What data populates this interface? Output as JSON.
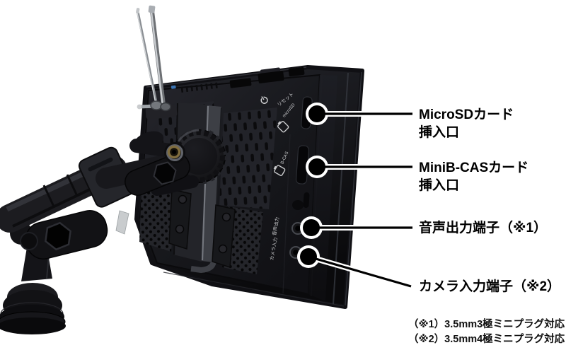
{
  "device_labels": {
    "reset": "リセット",
    "microsd": "microSD",
    "bcas": "B-CAS",
    "audio_out": "音声出力",
    "camera_in": "カメラ入力"
  },
  "callouts": [
    {
      "id": "microsd-slot",
      "lines": [
        "MicroSDカード",
        "挿入口"
      ]
    },
    {
      "id": "bcas-slot",
      "lines": [
        "MiniB-CASカード",
        "挿入口"
      ]
    },
    {
      "id": "audio-out-jack",
      "lines": [
        "音声出力端子（※1）"
      ]
    },
    {
      "id": "camera-in-jack",
      "lines": [
        "カメラ入力端子（※2）"
      ]
    }
  ],
  "footnotes": [
    "（※1）3.5mm3極ミニプラグ対応",
    "（※2）3.5mm4極ミニプラグ対応"
  ],
  "icons": {
    "power": "power-icon",
    "card_insert": "card-insert-icon"
  },
  "colors": {
    "background": "#ffffff",
    "label_text": "#000000",
    "footnote_text": "#111111",
    "leader_line": "#000000",
    "leader_casing": "#ffffff",
    "device_label_text": "#c9cacc"
  }
}
